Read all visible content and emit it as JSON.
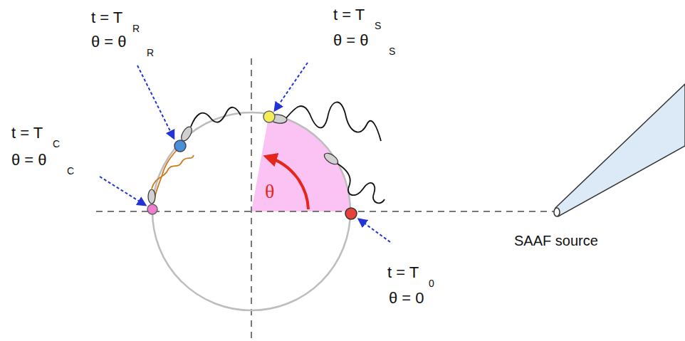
{
  "diagram": {
    "labels": [
      "t = T",
      "R",
      "θ = θ",
      "R",
      "t = T",
      "S",
      "θ = θ",
      "S",
      "t = T",
      "C",
      "θ = θ",
      "C",
      "θ",
      "t = T",
      "0",
      "θ = 0",
      "SAAF source"
    ]
  }
}
